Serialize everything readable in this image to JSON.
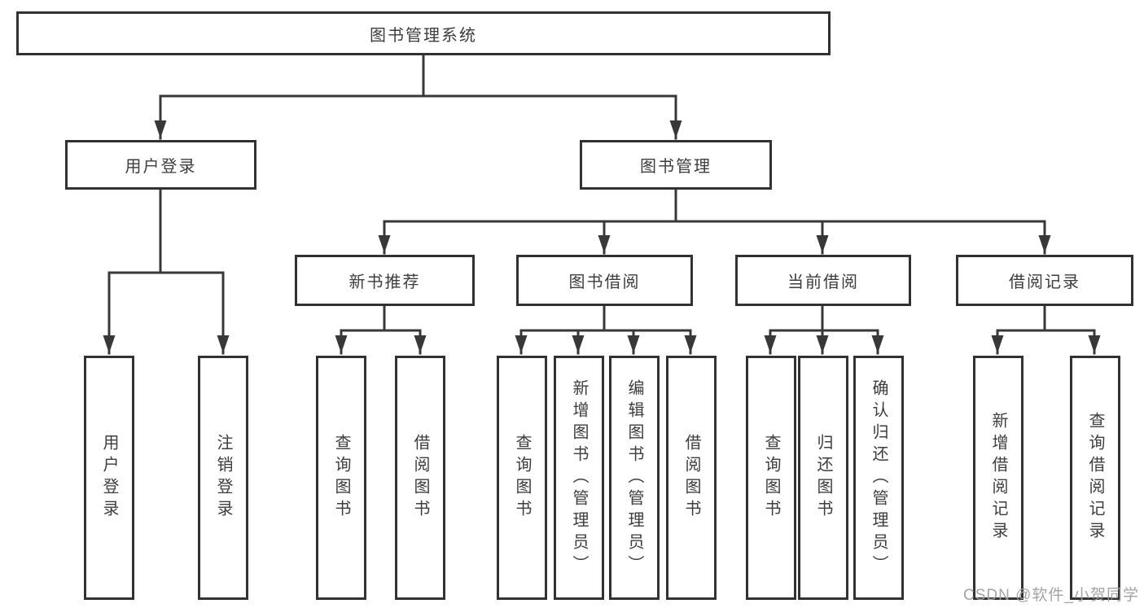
{
  "diagram": {
    "tree": {
      "label": "图书管理系统",
      "children": [
        {
          "label": "用户登录",
          "children": [
            {
              "label": "用户登录"
            },
            {
              "label": "注销登录"
            }
          ]
        },
        {
          "label": "图书管理",
          "children": [
            {
              "label": "新书推荐",
              "children": [
                {
                  "label": "查询图书"
                },
                {
                  "label": "借阅图书"
                }
              ]
            },
            {
              "label": "图书借阅",
              "children": [
                {
                  "label": "查询图书"
                },
                {
                  "label": "新增图书（管理员）"
                },
                {
                  "label": "编辑图书（管理员）"
                },
                {
                  "label": "借阅图书"
                }
              ]
            },
            {
              "label": "当前借阅",
              "children": [
                {
                  "label": "查询图书"
                },
                {
                  "label": "归还图书"
                },
                {
                  "label": "确认归还（管理员）"
                }
              ]
            },
            {
              "label": "借阅记录",
              "children": [
                {
                  "label": "新增借阅记录"
                },
                {
                  "label": "查询借阅记录"
                }
              ]
            }
          ]
        }
      ]
    },
    "colors": {
      "line": "#383838",
      "box_border": "#323232",
      "text": "#3d3d3d",
      "watermark": "#9e9e9e",
      "background": "#ffffff"
    }
  },
  "watermark": {
    "text": "CSDN @软件_小贺同学"
  }
}
